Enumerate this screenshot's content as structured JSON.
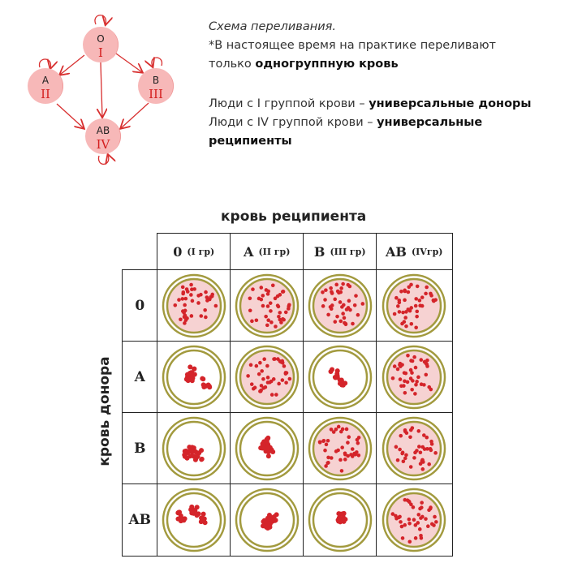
{
  "scheme": {
    "nodes": [
      {
        "id": "O",
        "letter": "O",
        "roman": "I"
      },
      {
        "id": "A",
        "letter": "A",
        "roman": "II"
      },
      {
        "id": "B",
        "letter": "B",
        "roman": "III"
      },
      {
        "id": "AB",
        "letter": "AB",
        "roman": "IV"
      }
    ],
    "colors": {
      "node": "#f7b8b8",
      "roman": "#d42020",
      "arrow": "#d83030"
    }
  },
  "notes": {
    "title": "Схема переливания.",
    "line1": "*В настоящее время на практике  переливают",
    "line2_plain": "только ",
    "line2_bold": "одногруппную кровь",
    "p1_plain": "Люди с I группой крови – ",
    "p1_bold": "универсальные доноры",
    "p2_plain": "Люди с IV группой крови – ",
    "p2_bold": "универсальные реципиенты"
  },
  "table": {
    "recipient_title": "кровь реципиента",
    "donor_title": "кровь донора",
    "columns": [
      {
        "main": "0",
        "sub": "(I гр)"
      },
      {
        "main": "A",
        "sub": "(II гр)"
      },
      {
        "main": "B",
        "sub": "(III гр)"
      },
      {
        "main": "AB",
        "sub": "(IVгр)"
      }
    ],
    "rows": [
      {
        "label": "0",
        "agglutination": [
          false,
          false,
          false,
          false
        ]
      },
      {
        "label": "A",
        "agglutination": [
          true,
          false,
          true,
          false
        ]
      },
      {
        "label": "B",
        "agglutination": [
          true,
          true,
          false,
          false
        ]
      },
      {
        "label": "AB",
        "agglutination": [
          true,
          true,
          true,
          false
        ]
      }
    ],
    "colors": {
      "rim": "#a29a3e",
      "plasma": "#f6d2d2",
      "cell": "#d4242a"
    }
  }
}
